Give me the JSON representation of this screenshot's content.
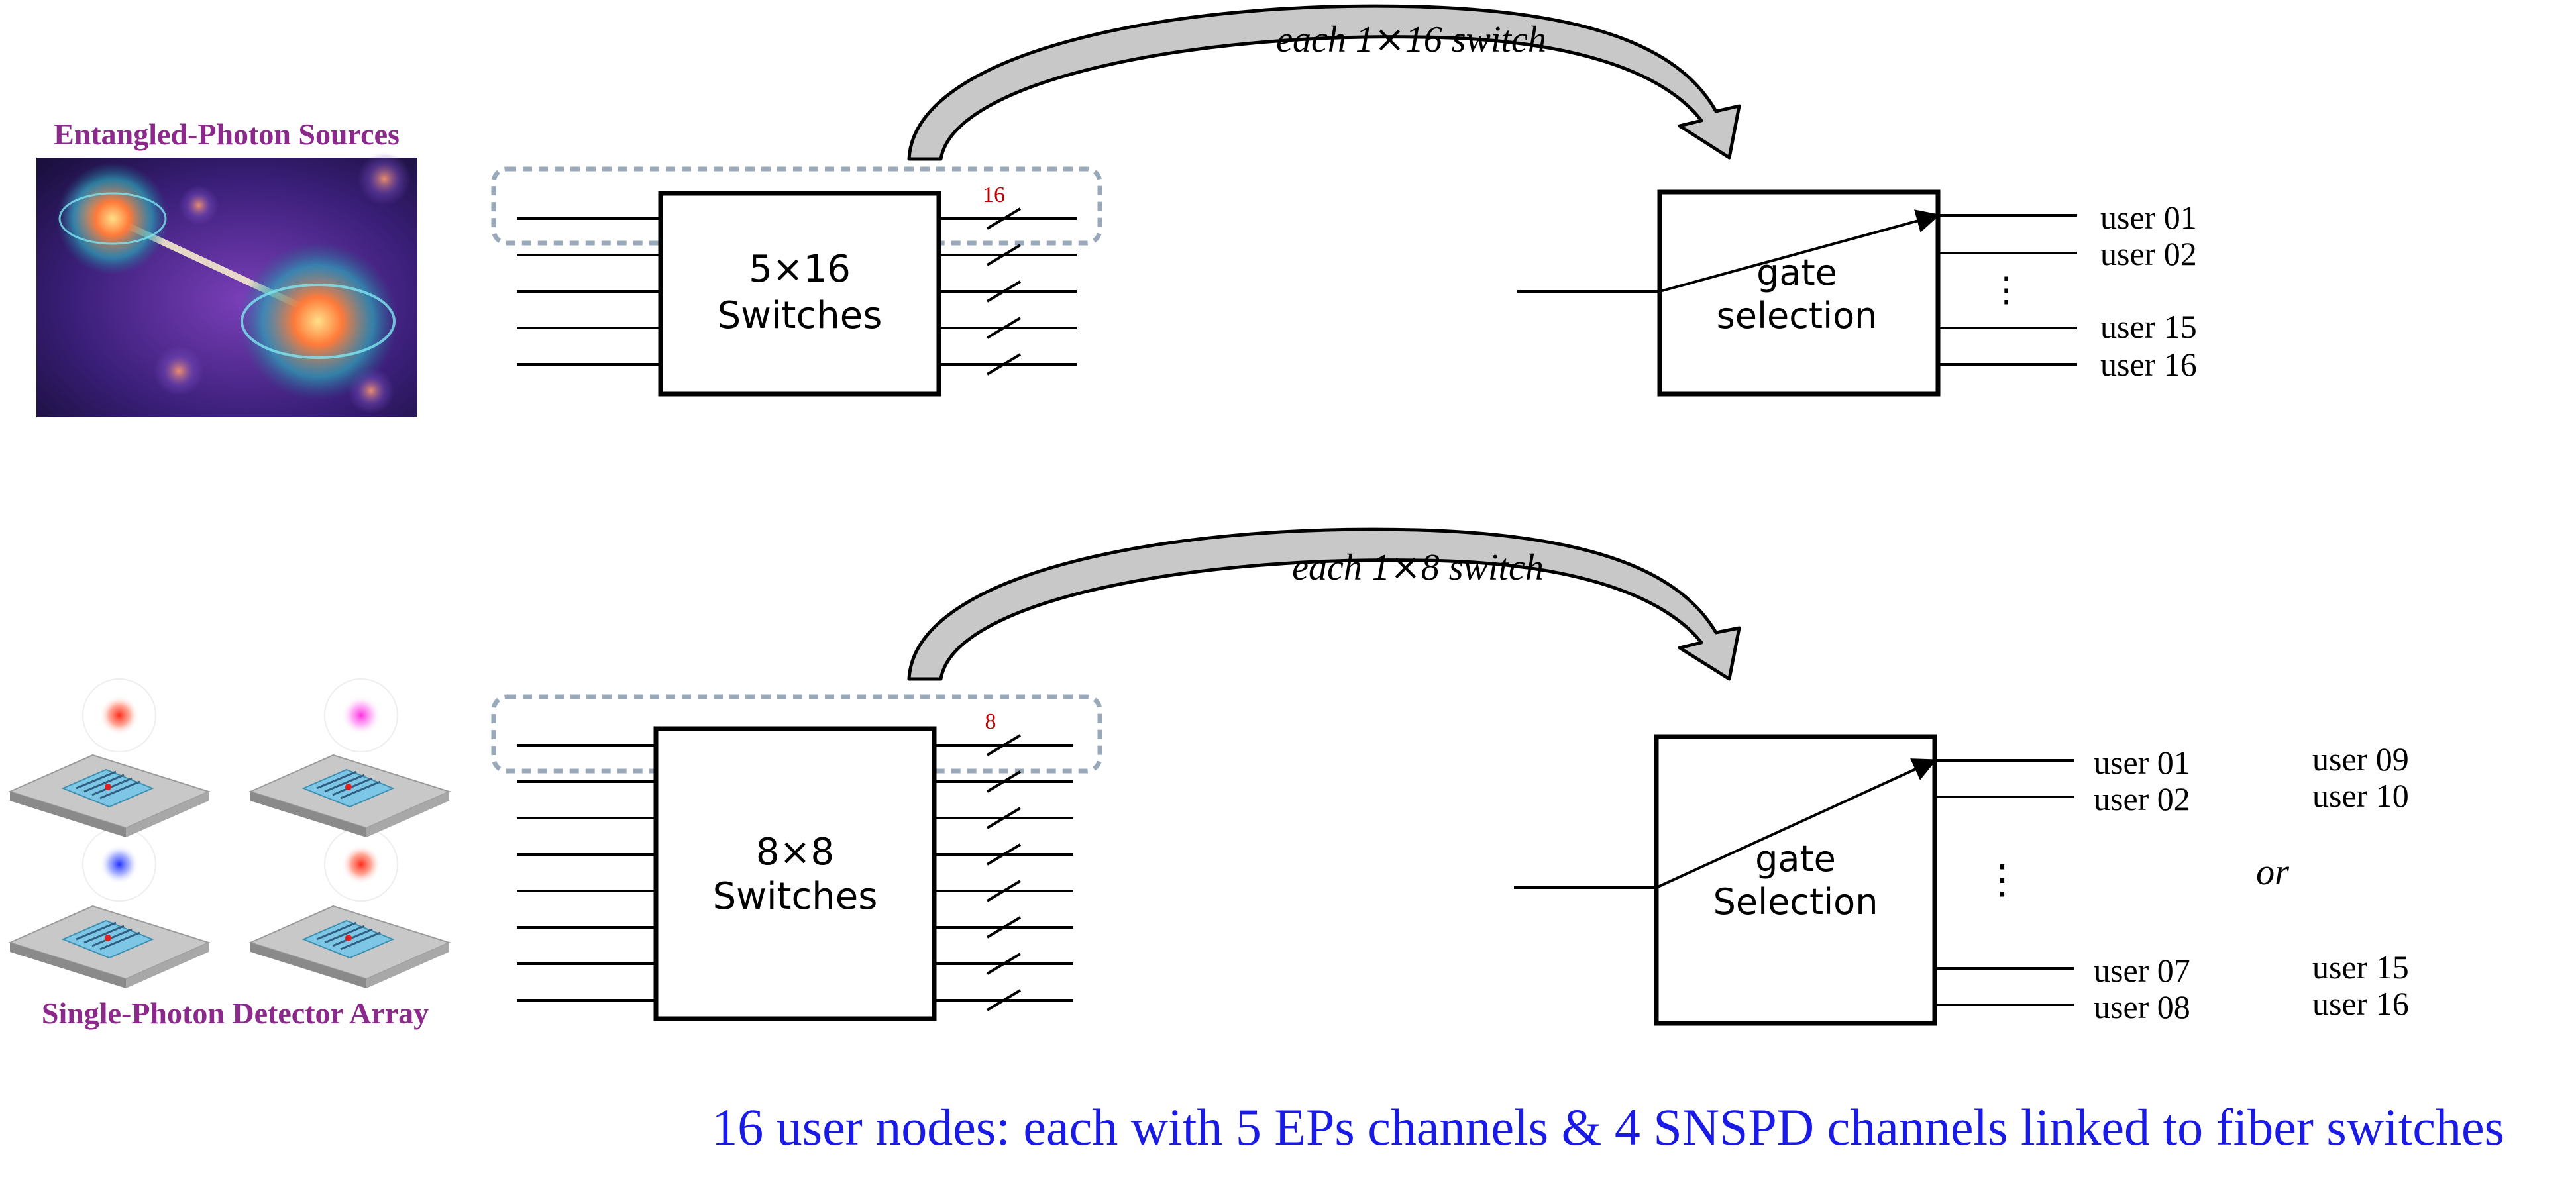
{
  "top": {
    "source_title": "Entangled-Photon Sources",
    "arrow_caption": "each 1⨯16 switch",
    "switch_label_line1": "5⨯16",
    "switch_label_line2": "Switches",
    "bundle_count": "16",
    "gate_line1": "gate",
    "gate_line2": "selection",
    "users": [
      "user 01",
      "user 02",
      "user 15",
      "user 16"
    ]
  },
  "bottom": {
    "source_title": "Single-Photon Detector Array",
    "arrow_caption": "each 1⨯8 switch",
    "switch_label_line1": "8⨯8",
    "switch_label_line2": "Switches",
    "bundle_count": "8",
    "gate_line1": "gate",
    "gate_line2": "Selection",
    "users_left": [
      "user 01",
      "user 02",
      "user 07",
      "user 08"
    ],
    "users_right": [
      "user 09",
      "user 10",
      "user 15",
      "user 16"
    ],
    "or_label": "or"
  },
  "footer": "16 user nodes: each with 5 EPs channels & 4 SNSPD channels linked to fiber switches",
  "colors": {
    "title_purple": "#8b2a8b",
    "footer_blue": "#1a1ae6",
    "bundle_red": "#c00000",
    "dashed_box": "#9aa9b9",
    "arrow_fill": "#c8c8c8"
  },
  "icons": {
    "photon_source_image": "entangled-photon-illustration",
    "detector_image": "snspd-detector-chip"
  }
}
